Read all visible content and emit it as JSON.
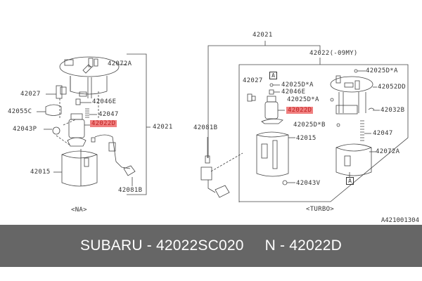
{
  "diagram": {
    "left_assembly": {
      "variant_label": "<NA>",
      "group_label": "42021",
      "parts": [
        {
          "id": "42072A"
        },
        {
          "id": "42027"
        },
        {
          "id": "42046E"
        },
        {
          "id": "42055C"
        },
        {
          "id": "42047"
        },
        {
          "id": "42022D",
          "highlighted": true
        },
        {
          "id": "42043P"
        },
        {
          "id": "42015"
        },
        {
          "id": "42081B"
        }
      ]
    },
    "right_assembly": {
      "variant_label": "<TURBO>",
      "group_label": "42021",
      "subgroup_label": "42022(-09MY)",
      "parts": [
        {
          "id": "42081B"
        },
        {
          "id": "42027"
        },
        {
          "id": "42025D*A",
          "ref": "A"
        },
        {
          "id": "42046E"
        },
        {
          "id": "42022D",
          "highlighted": true
        },
        {
          "id": "42025D*A"
        },
        {
          "id": "42025D*A"
        },
        {
          "id": "42052DD"
        },
        {
          "id": "42032B"
        },
        {
          "id": "42025D*B"
        },
        {
          "id": "42015"
        },
        {
          "id": "42047"
        },
        {
          "id": "42072A",
          "ref": "A"
        },
        {
          "id": "42043V"
        }
      ]
    },
    "ref_marker": "A",
    "highlight_color": "#f08080",
    "drawing_code": "A421001304"
  },
  "footer": {
    "brand_part": "SUBARU - 42022SC020",
    "oem_part": "N - 42022D",
    "background": "#666666"
  }
}
